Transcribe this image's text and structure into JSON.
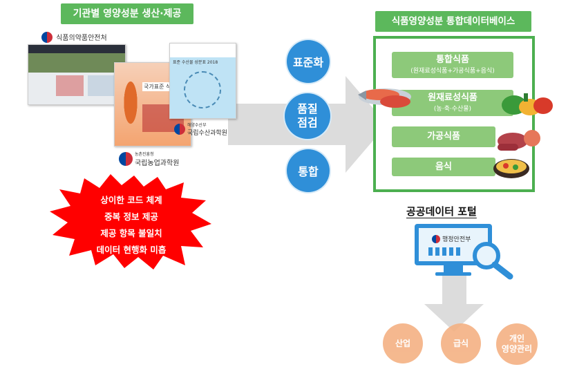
{
  "left_title": "기관별 영양성분 생산·제공",
  "org_mfds": "식품의약품안전처",
  "org_mof_small": "해양수산부",
  "org_mof": "국립수산과학원",
  "org_rda_small": "농촌진흥청",
  "org_rda": "국립농업과학원",
  "doc_food_table": "국가표준 식품성분",
  "doc_fish_table": "표준 수산물 성분표 2018",
  "problems": [
    "상이한 코드 체계",
    "중복 정보 제공",
    "제공 항목 불일치",
    "데이터 현행화 미흡"
  ],
  "steps": [
    "표준화",
    "품질\n점검",
    "통합"
  ],
  "right_title": "식품영양성분 통합데이터베이스",
  "db_items": [
    {
      "title": "통합식품",
      "sub": "(원재료성식품+가공식품+음식)"
    },
    {
      "title": "원재료성식품",
      "sub": "(농·축·수산물)"
    },
    {
      "title": "가공식품",
      "sub": ""
    },
    {
      "title": "음식",
      "sub": ""
    }
  ],
  "portal_title": "공공데이터 포털",
  "portal_org": "행정안전부",
  "uses": [
    "산업",
    "급식",
    "개인\n영양관리"
  ],
  "colors": {
    "green": "#5cb85c",
    "blue": "#2f8fd8",
    "red": "#ff0000",
    "peach": "#f4b183",
    "arrow": "#dcdcdc"
  }
}
